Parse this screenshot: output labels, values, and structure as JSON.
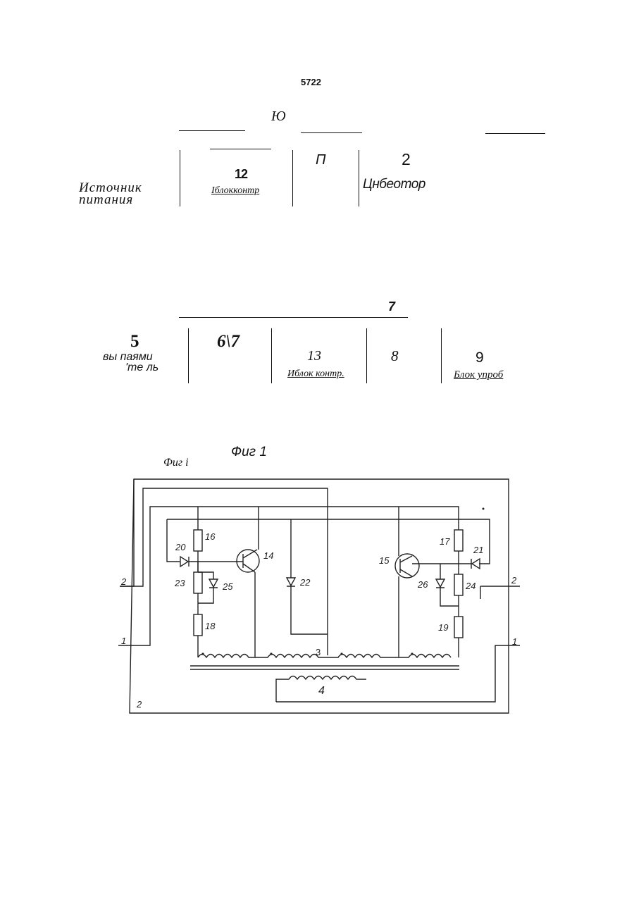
{
  "page_number": "5722",
  "top_mark": "Ю",
  "block_diagram_1": {
    "source_label_line1": "Источник",
    "source_label_line2": "питания",
    "block_12_number": "12",
    "block_12_label": "Iблокконтр",
    "block_11_label": "П",
    "block_2_number": "2",
    "block_2_label": "Цнбеотор"
  },
  "block_diagram_2": {
    "top_number": "7",
    "block_5_number": "5",
    "block_5_label_line1": "вы паями",
    "block_5_label_line2": "'те ль",
    "block_6_label": "6\\7",
    "block_13_number": "13",
    "block_13_label": "Иблок контр.",
    "block_8_number": "8",
    "block_9_number": "9",
    "block_9_label": "Блок упроб"
  },
  "figure_caption": "Фиг 1",
  "figure_caption_alt": "Фиг i",
  "schematic": {
    "labels": {
      "r16": "16",
      "r17": "17",
      "r18": "18",
      "r19": "19",
      "r23": "23",
      "r24": "24",
      "d20": "20",
      "d21": "21",
      "d22": "22",
      "d25": "25",
      "d26": "26",
      "t14": "14",
      "t15": "15",
      "winding3": "3",
      "winding4": "4",
      "left_term_2": "2",
      "left_term_1": "1",
      "right_term_2": "2",
      "right_term_1": "1",
      "bottom_2": "2"
    }
  }
}
